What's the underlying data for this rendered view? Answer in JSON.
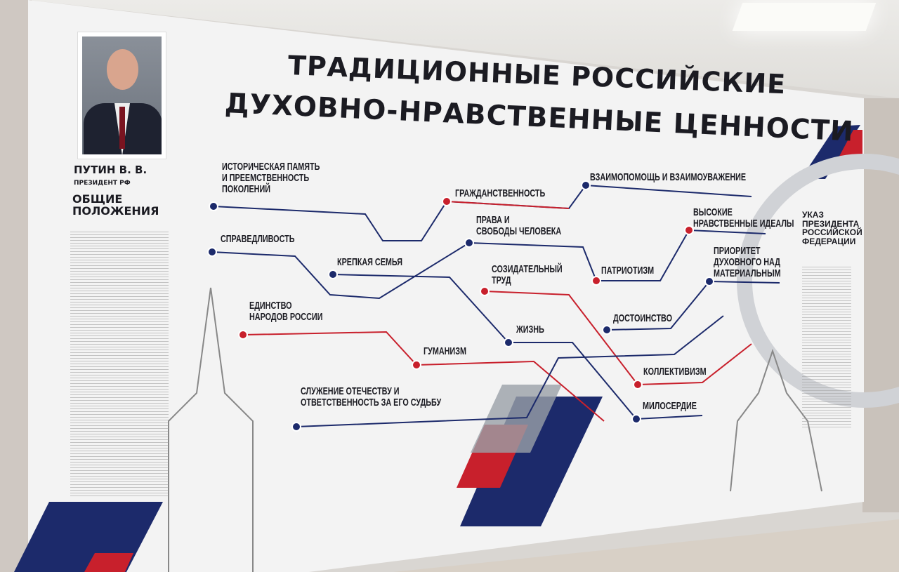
{
  "title": {
    "line1": "ТРАДИЦИОННЫЕ РОССИЙСКИЕ",
    "line2": "ДУХОВНО-НРАВСТВЕННЫЕ ЦЕННОСТИ"
  },
  "left": {
    "name": "ПУТИН В. В.",
    "role": "ПРЕЗИДЕНТ РФ",
    "heading": "ОБЩИЕ\nПОЛОЖЕНИЯ"
  },
  "decree": "УКАЗ\nПРЕЗИДЕНТА\nРОССИЙСКОЙ\nФЕДЕРАЦИИ",
  "values": [
    "ИСТОРИЧЕСКАЯ ПАМЯТЬ\nИ ПРЕЕМСТВЕННОСТЬ\nПОКОЛЕНИЙ",
    "ГРАЖДАНСТВЕННОСТЬ",
    "ВЗАИМОПОМОЩЬ И ВЗАИМОУВАЖЕНИЕ",
    "ПРАВА И\nСВОБОДЫ ЧЕЛОВЕКА",
    "СПРАВЕДЛИВОСТЬ",
    "КРЕПКАЯ СЕМЬЯ",
    "ВЫСОКИЕ\nНРАВСТВЕННЫЕ ИДЕАЛЫ",
    "ПАТРИОТИЗМ",
    "СОЗИДАТЕЛЬНЫЙ\nТРУД",
    "ПРИОРИТЕТ\nДУХОВНОГО НАД\nМАТЕРИАЛЬНЫМ",
    "ЕДИНСТВО\nНАРОДОВ РОССИИ",
    "ДОСТОИНСТВО",
    "ЖИЗНЬ",
    "ГУМАНИЗМ",
    "КОЛЛЕКТИВИЗМ",
    "СЛУЖЕНИЕ ОТЕЧЕСТВУ И\nОТВЕТСТВЕННОСТЬ ЗА ЕГО СУДЬБУ",
    "МИЛОСЕРДИЕ"
  ],
  "colors": {
    "blue": "#1c2a6b",
    "red": "#c8202c"
  }
}
